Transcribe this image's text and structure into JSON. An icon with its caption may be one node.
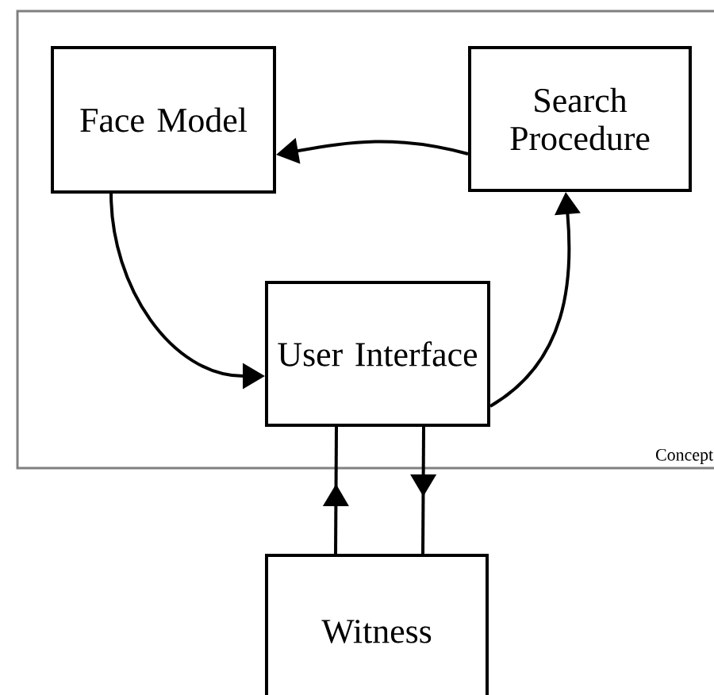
{
  "diagram": {
    "nodes": [
      {
        "text": [
          "Concept"
        ]
      },
      {
        "text": [
          "Face Model"
        ],
        "in": 0
      },
      {
        "text": [
          "Search Procedure"
        ],
        "in": 0
      },
      {
        "text": [
          "User Interface"
        ],
        "in": 0
      },
      {
        "text": [
          "Witness"
        ]
      }
    ],
    "edges": [
      {
        "from": 2,
        "to": 1,
        "arrow": "to"
      },
      {
        "from": 1,
        "to": 3,
        "arrow": "to"
      },
      {
        "from": 3,
        "to": 2,
        "arrow": "to"
      },
      {
        "from": 4,
        "to": 3,
        "arrow": "to"
      },
      {
        "from": 3,
        "to": 4,
        "arrow": "to"
      }
    ]
  }
}
